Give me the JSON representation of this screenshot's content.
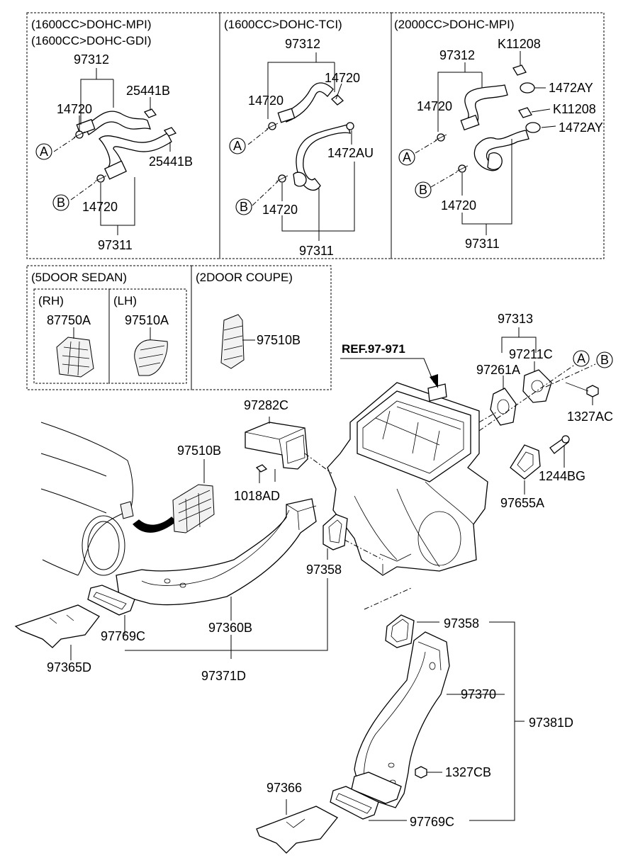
{
  "sections": {
    "engine_1": {
      "line1": "(1600CC>DOHC-MPI)",
      "line2": "(1600CC>DOHC-GDI)"
    },
    "engine_2": {
      "line1": "(1600CC>DOHC-TCI)"
    },
    "engine_3": {
      "line1": "(2000CC>DOHC-MPI)"
    },
    "sedan": {
      "title": "(5DOOR SEDAN)",
      "rh": "(RH)",
      "lh": "(LH)"
    },
    "coupe": {
      "title": "(2DOOR COUPE)"
    }
  },
  "markers": {
    "a": "A",
    "b": "B"
  },
  "parts": {
    "p97312": "97312",
    "p97311": "97311",
    "p14720": "14720",
    "p25441B": "25441B",
    "p1472AU": "1472AU",
    "pK11208": "K11208",
    "p1472AY": "1472AY",
    "p87750A": "87750A",
    "p97510A": "97510A",
    "p97510B": "97510B",
    "p97313": "97313",
    "p97211C": "97211C",
    "p97261A": "97261A",
    "p1327AC": "1327AC",
    "p97282C": "97282C",
    "p1018AD": "1018AD",
    "p1244BG": "1244BG",
    "p97655A": "97655A",
    "p97358": "97358",
    "p97360B": "97360B",
    "p97769C": "97769C",
    "p97365D": "97365D",
    "p97371D": "97371D",
    "p97370": "97370",
    "p97381D": "97381D",
    "p1327CB": "1327CB",
    "p97366": "97366"
  },
  "ref": "REF.97-971"
}
